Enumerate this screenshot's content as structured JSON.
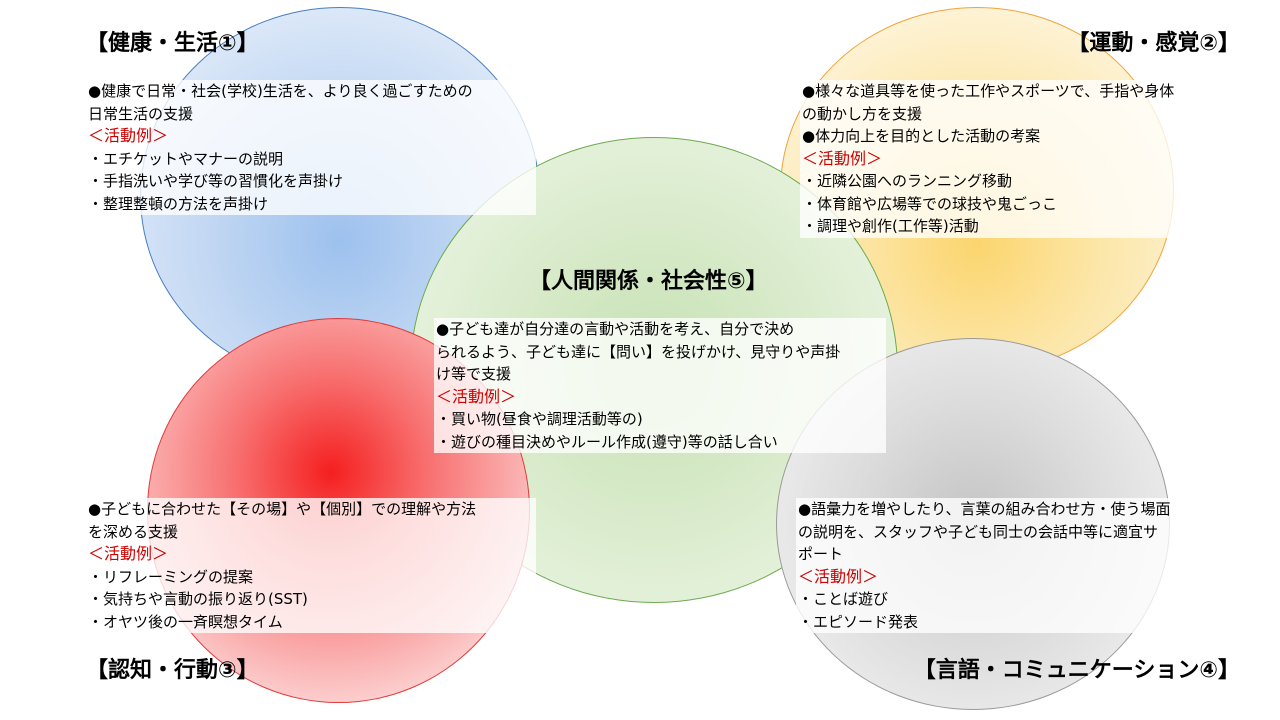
{
  "colors": {
    "blue": "#4a7fbf",
    "yellow": "#f0a43c",
    "green": "#6eaa4e",
    "red": "#e23a3a",
    "gray": "#9a9a9a",
    "example_label": "#cc0000"
  },
  "sections": {
    "health": {
      "title": "【健康・生活①】",
      "lines": [
        "●健康で日常・社会(学校)生活を、より良く過ごすための",
        "日常生活の支援"
      ],
      "example_label": "＜活動例＞",
      "examples": [
        "・エチケットやマナーの説明",
        "・手指洗いや学び等の習慣化を声掛け",
        "・整理整頓の方法を声掛け"
      ]
    },
    "motor": {
      "title": "【運動・感覚②】",
      "lines": [
        "●様々な道具等を使った工作やスポーツで、手指や身体",
        "の動かし方を支援",
        "●体力向上を目的とした活動の考案"
      ],
      "example_label": "＜活動例＞",
      "examples": [
        "・近隣公園へのランニング移動",
        "・体育館や広場等での球技や鬼ごっこ",
        "・調理や創作(工作等)活動"
      ]
    },
    "social": {
      "title": "【人間関係・社会性⑤】",
      "lines": [
        "●子ども達が自分達の言動や活動を考え、自分で決め",
        "られるよう、子ども達に【問い】を投げかけ、見守りや声掛",
        "け等で支援"
      ],
      "example_label": "＜活動例＞",
      "examples": [
        "・買い物(昼食や調理活動等の)",
        "・遊びの種目決めやルール作成(遵守)等の話し合い"
      ]
    },
    "cognition": {
      "title": "【認知・行動③】",
      "lines": [
        "●子どもに合わせた【その場】や【個別】での理解や方法",
        "を深める支援"
      ],
      "example_label": "＜活動例＞",
      "examples": [
        "・リフレーミングの提案",
        "・気持ちや言動の振り返り(SST)",
        "・オヤツ後の一斉瞑想タイム"
      ]
    },
    "language": {
      "title": "【言語・コミュニケーション④】",
      "lines": [
        "●語彙力を増やしたり、言葉の組み合わせ方・使う場面",
        "の説明を、スタッフや子ども同士の会話中等に適宜サ",
        "ポート"
      ],
      "example_label": "＜活動例＞",
      "examples": [
        "・ことば遊び",
        "・エピソード発表"
      ]
    }
  }
}
